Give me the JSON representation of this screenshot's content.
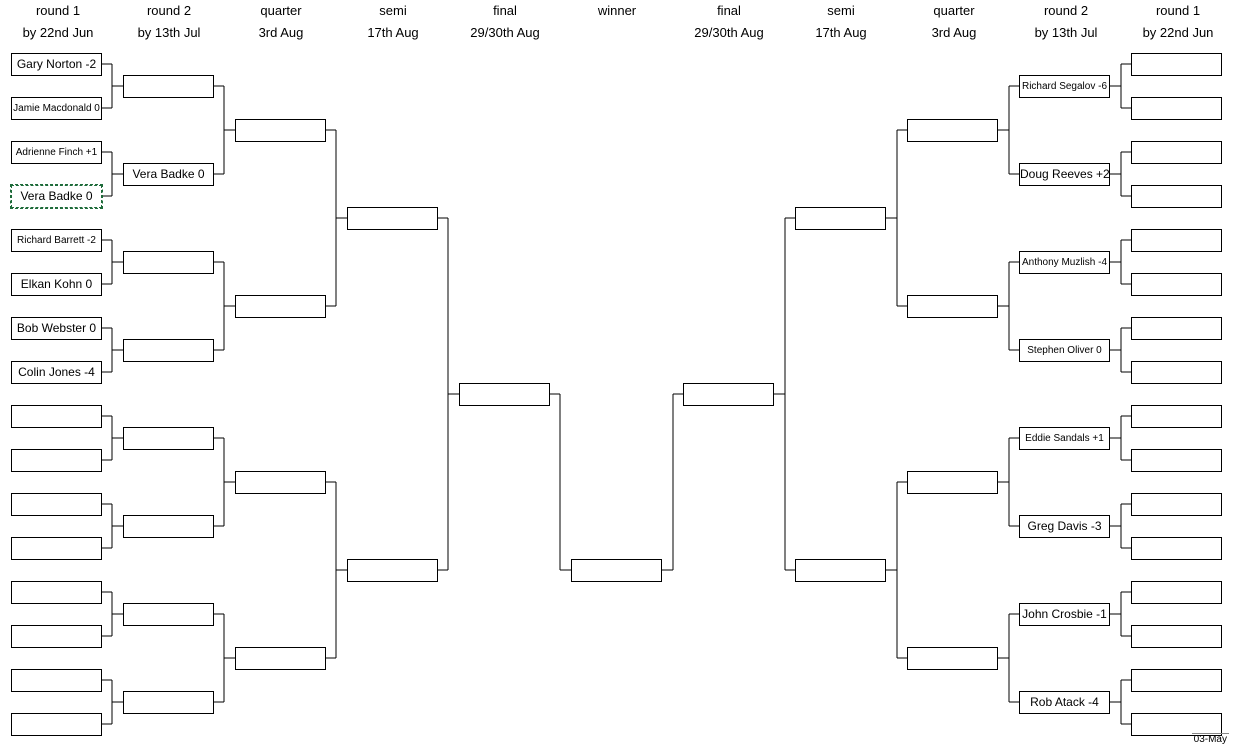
{
  "headers": [
    {
      "line1": "round 1",
      "line2": "by 22nd Jun"
    },
    {
      "line1": "round 2",
      "line2": "by 13th Jul"
    },
    {
      "line1": "quarter",
      "line2": "3rd Aug"
    },
    {
      "line1": "semi",
      "line2": "17th Aug"
    },
    {
      "line1": "final",
      "line2": "29/30th Aug"
    },
    {
      "line1": "winner",
      "line2": ""
    },
    {
      "line1": "final",
      "line2": "29/30th Aug"
    },
    {
      "line1": "semi",
      "line2": "17th Aug"
    },
    {
      "line1": "quarter",
      "line2": "3rd Aug"
    },
    {
      "line1": "round 2",
      "line2": "by 13th Jul"
    },
    {
      "line1": "round 1",
      "line2": "by 22nd Jun"
    }
  ],
  "left": {
    "round1": [
      "Gary Norton -2",
      "Jamie Macdonald 0",
      "Adrienne Finch +1",
      "Vera Badke 0",
      "Richard Barrett -2",
      "Elkan Kohn 0",
      "Bob Webster 0",
      "Colin Jones -4",
      "",
      "",
      "",
      "",
      "",
      "",
      "",
      ""
    ],
    "round2": [
      "",
      "Vera Badke 0",
      "",
      "",
      "",
      "",
      "",
      ""
    ],
    "quarter": [
      "",
      "",
      "",
      ""
    ],
    "semi": [
      "",
      ""
    ],
    "final": [
      ""
    ]
  },
  "winner": "",
  "right": {
    "final": [
      ""
    ],
    "semi": [
      "",
      ""
    ],
    "quarter": [
      "",
      "",
      "",
      ""
    ],
    "round2": [
      "Richard Segalov -6",
      "Doug Reeves +2",
      "Anthony Muzlish -4",
      "Stephen Oliver 0",
      "Eddie Sandals +1",
      "Greg Davis -3",
      "John Crosbie -1",
      "Rob Atack -4"
    ],
    "round1": [
      "",
      "",
      "",
      "",
      "",
      "",
      "",
      "",
      "",
      "",
      "",
      "",
      "",
      "",
      "",
      ""
    ]
  },
  "footer": "03-May"
}
